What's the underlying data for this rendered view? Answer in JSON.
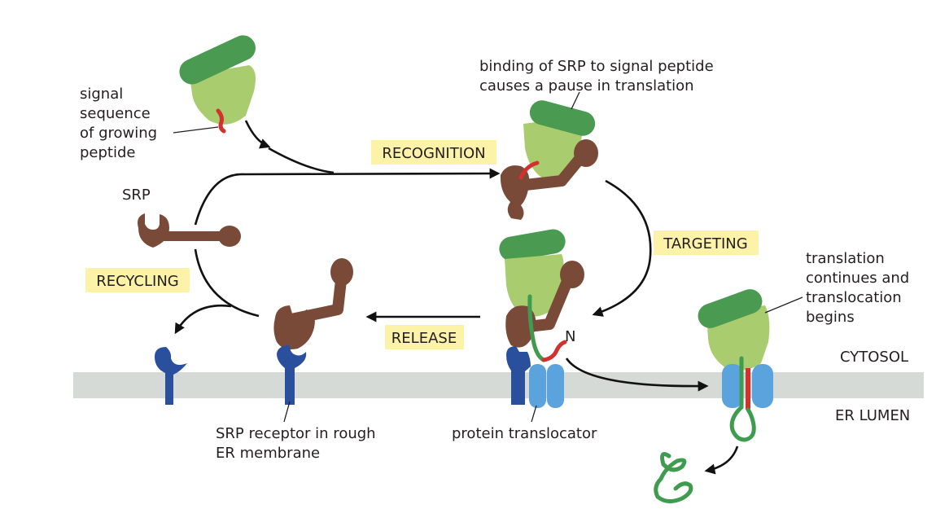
{
  "labels": {
    "signal_line1": "signal",
    "signal_line2": "sequence",
    "signal_line3": "of growing",
    "signal_line4": "peptide",
    "srp": "SRP",
    "binding_line1": "binding of SRP to signal peptide",
    "binding_line2": "causes a pause in translation",
    "translation_line1": "translation",
    "translation_line2": "continues and",
    "translation_line3": "translocation",
    "translation_line4": "begins",
    "n_terminus": "N",
    "cytosol": "CYTOSOL",
    "er_lumen": "ER LUMEN",
    "receptor_line1": "SRP receptor in rough",
    "receptor_line2": "ER membrane",
    "translocator": "protein translocator"
  },
  "steps": {
    "recognition": "RECOGNITION",
    "targeting": "TARGETING",
    "release": "RELEASE",
    "recycling": "RECYCLING"
  },
  "colors": {
    "ribosome_large": "#4a9a52",
    "ribosome_small": "#a9cd6e",
    "srp": "#7a4a38",
    "signal_peptide": "#d2322d",
    "polypeptide": "#3f9c4f",
    "receptor": "#2a4f9c",
    "translocator": "#5aa3dc",
    "membrane": "#d5dad7",
    "step_highlight": "#fdf3a8"
  }
}
